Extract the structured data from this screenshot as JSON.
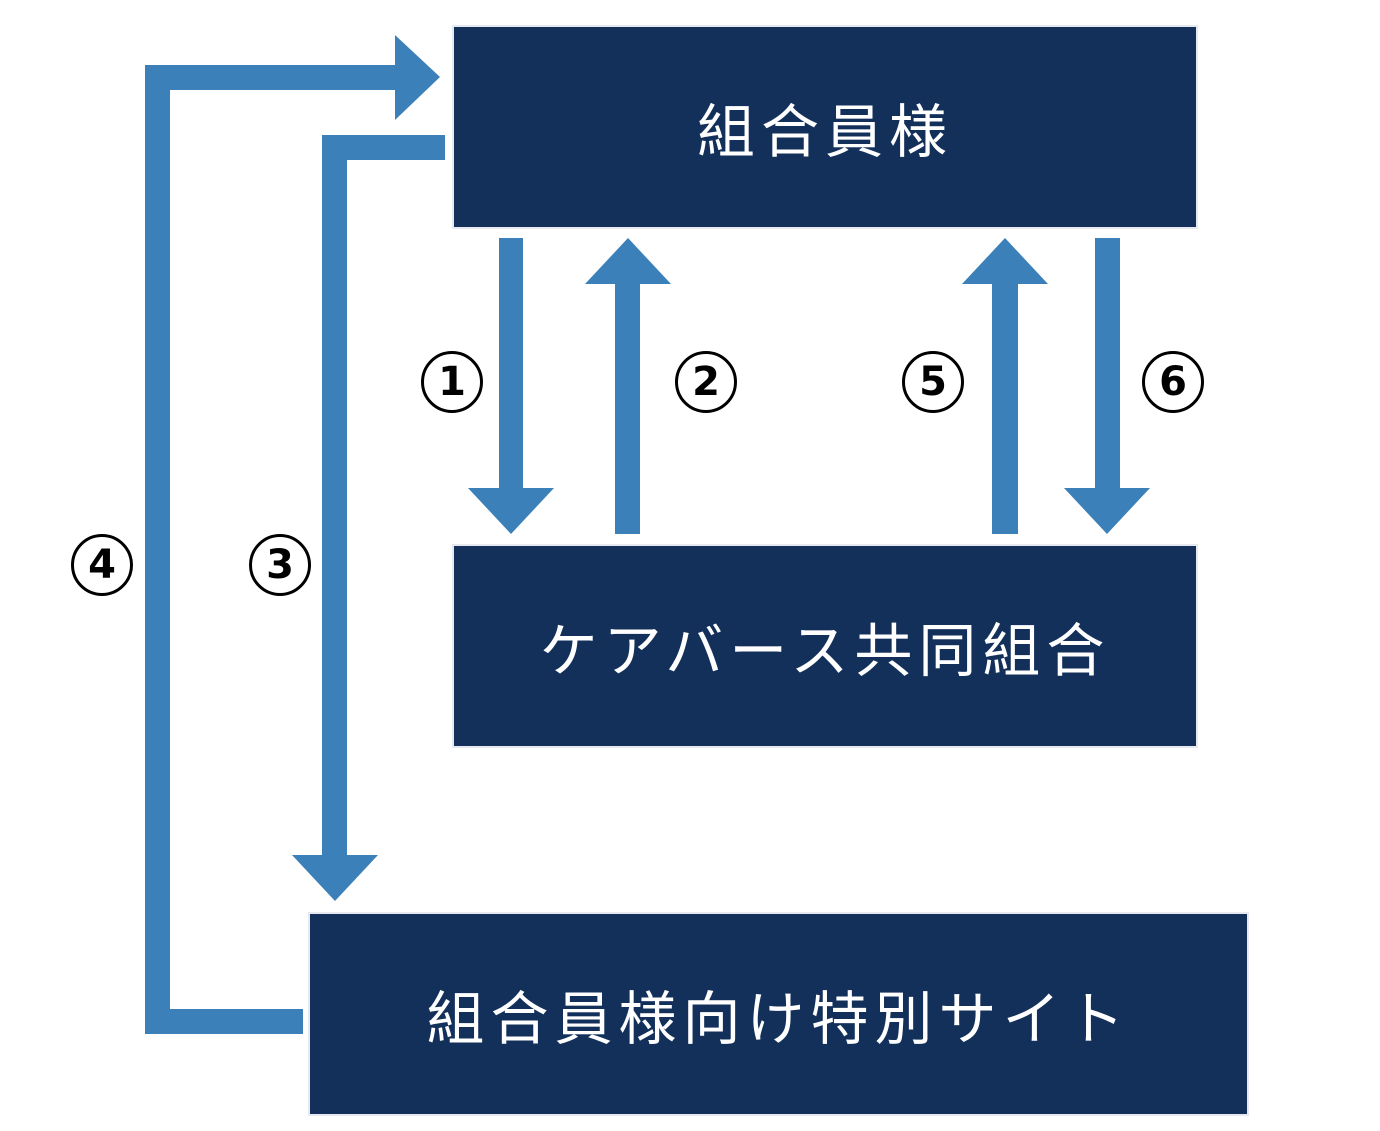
{
  "boxes": {
    "members": "組合員様",
    "cooperative": "ケアバース共同組合",
    "special_site": "組合員様向け特別サイト"
  },
  "steps": [
    "1",
    "2",
    "3",
    "4",
    "5",
    "6"
  ],
  "colors": {
    "box": "#13305b",
    "arrow": "#3b80b8"
  }
}
